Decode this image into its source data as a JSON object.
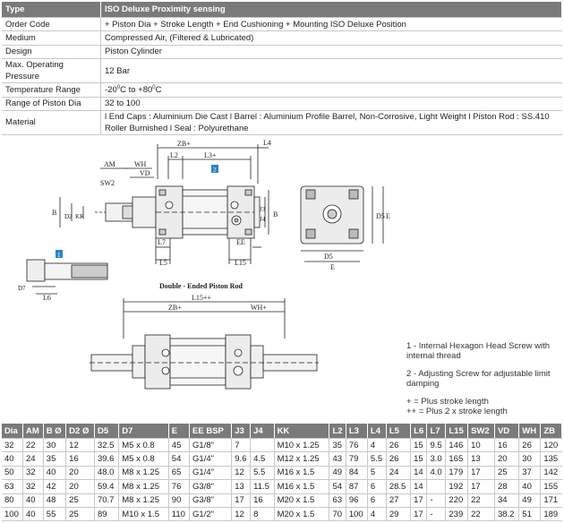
{
  "spec": {
    "header": {
      "key": "Type",
      "value": "ISO Deluxe Proximity sensing"
    },
    "rows": [
      {
        "key": "Order Code",
        "value": "+ Piston Dia + Stroke Length + End Cushioning + Mounting ISO Deluxe Position"
      },
      {
        "key": "Medium",
        "value": "Compressed Air, (Filtered & Lubricated)"
      },
      {
        "key": "Design",
        "value": "Piston Cylinder"
      },
      {
        "key": "Max. Operating Pressure",
        "value": "12 Bar"
      }
    ],
    "temperature": {
      "key": "Temperature Range",
      "low": "-20",
      "high": "+80",
      "unit": "C",
      "deg": "0",
      "to": "to"
    },
    "range": {
      "key": "Range of Piston Dia",
      "value": "32 to 100"
    },
    "material": {
      "key": "Material",
      "value": "l End Caps : Aluminium Die Cast l Barrel : Aluminium Profile Barrel, Non-Corrosive, Light Weight l Piston Rod : SS.410 Roller Burnished l  Seal : Polyurethane"
    }
  },
  "drawing": {
    "top_labels": {
      "zb": "ZB+",
      "l4": "L4",
      "l2": "L2",
      "l3": "L3+",
      "am": "AM",
      "wh": "WH",
      "vd": "VD",
      "sw2": "SW2",
      "b": "B",
      "d2": "D2",
      "kk": "KK",
      "l7": "L7",
      "l5": "L5",
      "ee": "EE",
      "l15": "L15",
      "j4": "J4",
      "j3": "J3",
      "bb": "B",
      "callout2": "2"
    },
    "end_labels": {
      "e": "E",
      "d5": "D5"
    },
    "detail_labels": {
      "callout1": "1",
      "d7": "D7",
      "l6": "L6"
    },
    "double_labels": {
      "title": "Double - Ended Piston Rod",
      "l15pp": "L15++",
      "zb": "ZB+",
      "wh": "WH+"
    }
  },
  "notes": {
    "n1": "1 - Internal Hexagon Head Screw with internal thread",
    "n2": "2 - Adjusting Screw for adjustable limit damping",
    "n3": "+ = Plus stroke length",
    "n4": "++ = Plus 2 x stroke length"
  },
  "dims": {
    "headers": [
      "Dia",
      "AM",
      "B Ø",
      "D2 Ø",
      "D5",
      "D7",
      "E",
      "EE BSP",
      "J3",
      "J4",
      "KK",
      "L2",
      "L3",
      "L4",
      "L5",
      "L6",
      "L7",
      "L15",
      "SW2",
      "VD",
      "WH",
      "ZB"
    ],
    "rows": [
      [
        "32",
        "22",
        "30",
        "12",
        "32.5",
        "M5 x 0.8",
        "45",
        "G1/8\"",
        "7",
        "",
        "M10 x 1.25",
        "35",
        "76",
        "4",
        "26",
        "15",
        "9.5",
        "146",
        "10",
        "16",
        "26",
        "120"
      ],
      [
        "40",
        "24",
        "35",
        "16",
        "39.6",
        "M5 x 0.8",
        "54",
        "G1/4\"",
        "9.6",
        "4.5",
        "M12 x 1.25",
        "43",
        "79",
        "5.5",
        "26",
        "15",
        "3.0",
        "165",
        "13",
        "20",
        "30",
        "135"
      ],
      [
        "50",
        "32",
        "40",
        "20",
        "48.0",
        "M8 x 1.25",
        "65",
        "G1/4\"",
        "12",
        "5.5",
        "M16 x 1.5",
        "49",
        "84",
        "5",
        "24",
        "14",
        "4.0",
        "179",
        "17",
        "25",
        "37",
        "142"
      ],
      [
        "63",
        "32",
        "42",
        "20",
        "59.4",
        "M8 x 1.25",
        "76",
        "G3/8\"",
        "13",
        "11.5",
        "M16 x 1.5",
        "54",
        "87",
        "6",
        "28.5",
        "14",
        "",
        "192",
        "17",
        "28",
        "40",
        "155"
      ],
      [
        "80",
        "40",
        "48",
        "25",
        "70.7",
        "M8 x 1.25",
        "90",
        "G3/8\"",
        "17",
        "16",
        "M20 x 1.5",
        "63",
        "96",
        "6",
        "27",
        "17",
        "-",
        "220",
        "22",
        "34",
        "49",
        "171"
      ],
      [
        "100",
        "40",
        "55",
        "25",
        "89",
        "M10 x 1.5",
        "110",
        "G1/2\"",
        "12",
        "8",
        "M20 x 1.5",
        "70",
        "100",
        "4",
        "29",
        "17",
        "-",
        "239",
        "22",
        "38.2",
        "51",
        "189"
      ]
    ]
  }
}
